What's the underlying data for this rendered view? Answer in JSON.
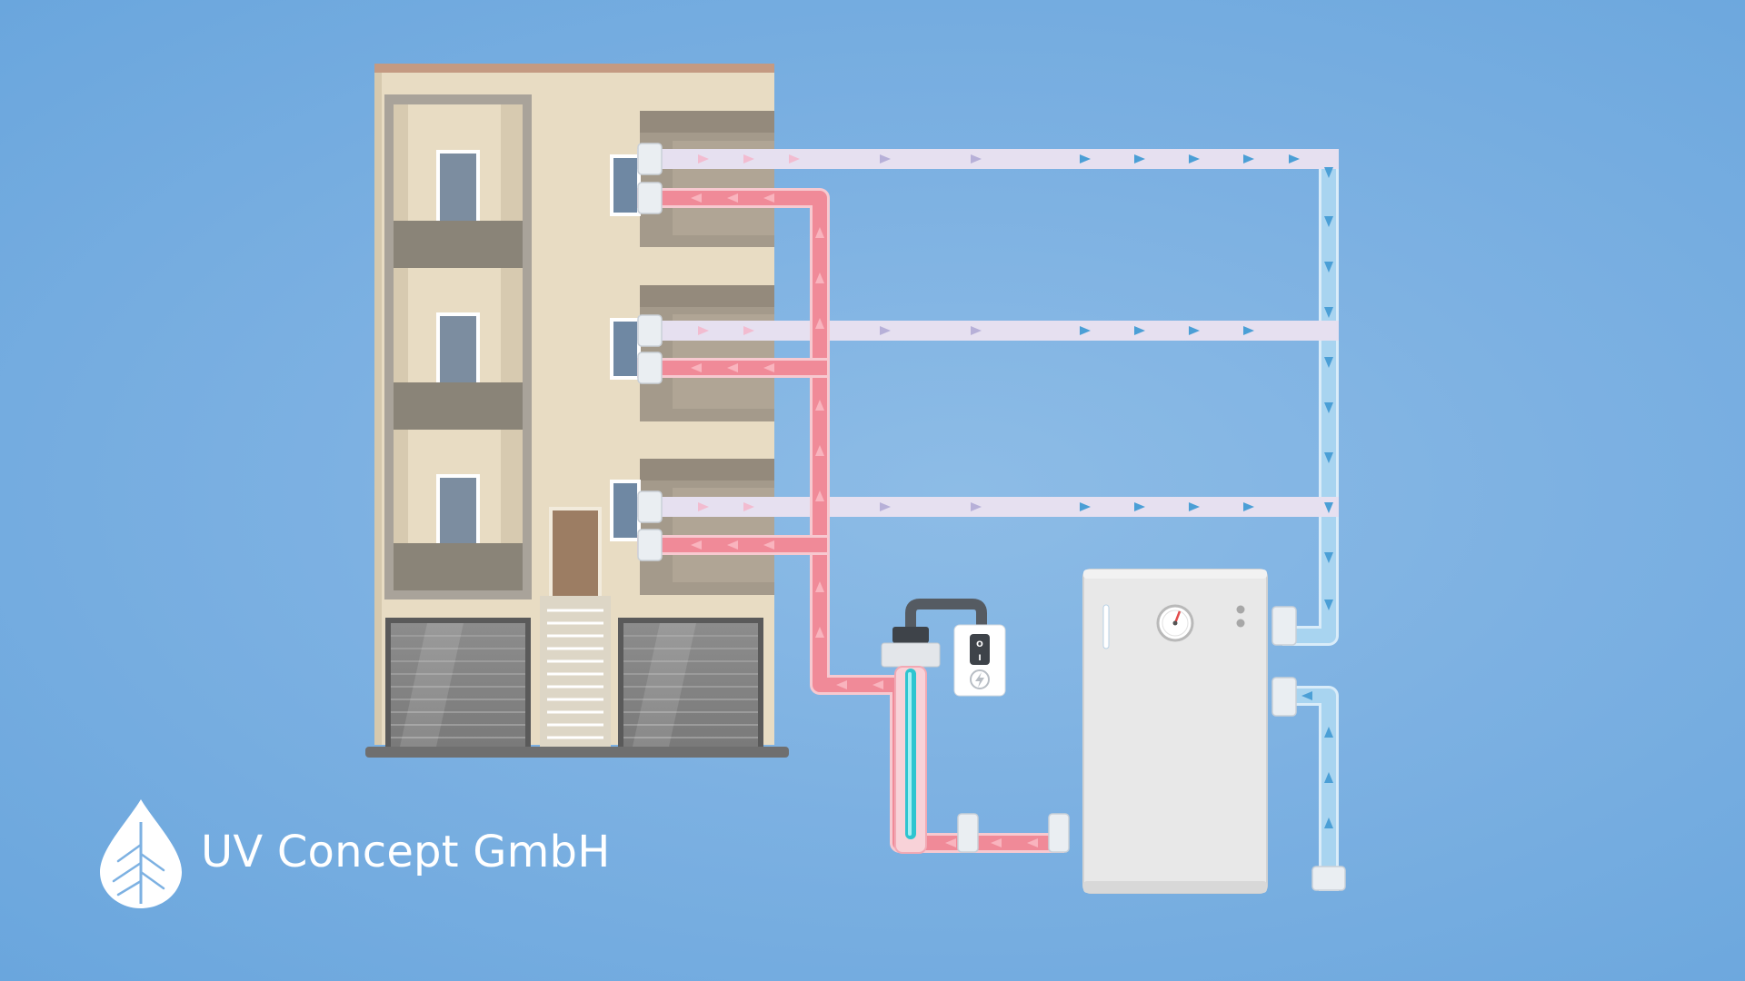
{
  "brand": {
    "company_name": "UV Concept GmbH",
    "logo_icon": "water-drop-leaf-icon"
  },
  "colors": {
    "background": "#7db1e2",
    "hot_water_pipe": "#f08a98",
    "cold_return_pipe": "#a8d4f0",
    "arrow_hot": "#f4a9b4",
    "arrow_cold": "#4b9fd6",
    "building_facade": "#e8dcc3",
    "boiler": "#e8e8e8"
  },
  "icons": {
    "pressure_gauge": "pressure-gauge-icon",
    "power_switch": "on-off-switch-icon",
    "power_symbol": "lightning-bolt-icon",
    "uv_lamp": "uv-lamp-icon"
  },
  "switch_labels": {
    "on": "I",
    "off": "O"
  }
}
